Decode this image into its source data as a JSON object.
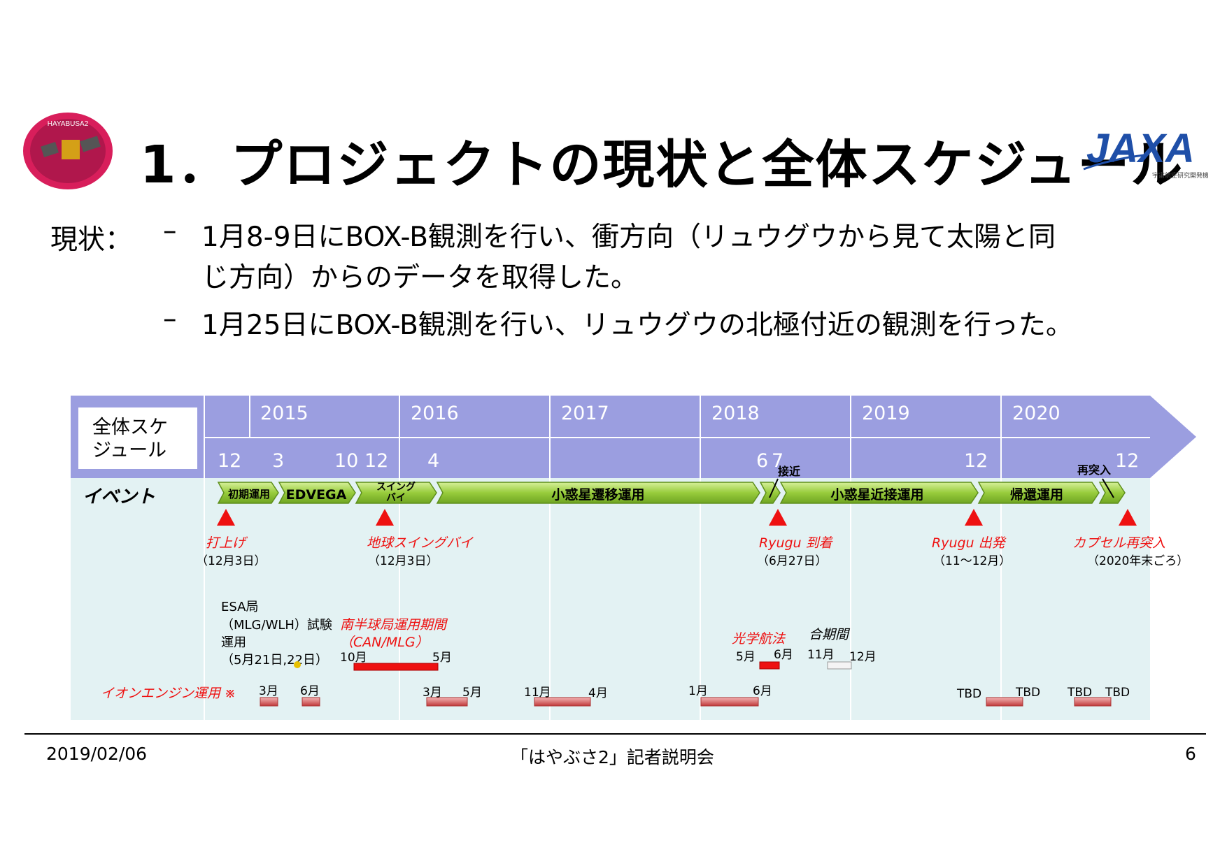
{
  "title": "1．プロジェクトの現状と全体スケジュール",
  "logo_text": "HAYABUSA2",
  "jaxa_logo": {
    "text": "JAXA",
    "subtitle": "宇宙航空研究開発機構"
  },
  "status": {
    "label": "現状：",
    "bullets": [
      {
        "dash": "–",
        "lines": [
          "1月8-9日にBOX-B観測を行い、衝方向（リュウグウから見て太陽と同",
          "じ方向）からのデータを取得した。"
        ]
      },
      {
        "dash": "–",
        "lines": [
          "1月25日にBOX-B観測を行い、リュウグウの北極付近の観測を行った。"
        ]
      }
    ]
  },
  "schedule": {
    "label_lines": [
      "全体スケ",
      "ジュール"
    ],
    "years": [
      "2015",
      "2016",
      "2017",
      "2018",
      "2019",
      "2020"
    ],
    "months": [
      "12",
      "3",
      "10",
      "12",
      "4",
      "6",
      "7",
      "12",
      "12"
    ],
    "event_label": "イベント",
    "phases": [
      "初期運用",
      "EDVEGA",
      "スイング\nバイ",
      "小惑星遷移運用",
      "小惑星近接運用",
      "帰還運用"
    ],
    "phase_annotations": [
      "接近",
      "再突入"
    ],
    "milestones": [
      {
        "name": "打上げ",
        "date": "（12月3日）"
      },
      {
        "name": "地球スイングバイ",
        "date": "（12月3日）"
      },
      {
        "name": "Ryugu 到着",
        "date": "（6月27日）"
      },
      {
        "name": "Ryugu 出発",
        "date": "（11～12月）"
      },
      {
        "name": "カプセル再突入",
        "date": "（2020年末ごろ）"
      }
    ],
    "esa_lines": [
      "ESA局",
      "（MLG/WLH）試験",
      "運用",
      "（5月21日,22日）"
    ],
    "southern_lines": [
      "南半球局運用期間",
      "（CAN/MLG）"
    ],
    "southern_bounds": [
      "10月",
      "5月"
    ],
    "optical_nav": {
      "name": "光学航法",
      "start": "5月",
      "end": "6月"
    },
    "conjunction": {
      "name": "合期間",
      "start": "11月",
      "end": "12月"
    },
    "ion_engine_label": "イオンエンジン運用 ※",
    "ion_labels": [
      "3月",
      "6月",
      "3月",
      "5月",
      "11月",
      "4月",
      "1月",
      "6月",
      "TBD",
      "TBD",
      "TBD",
      "TBD"
    ]
  },
  "footer": {
    "date": "2019/02/06",
    "title": "「はやぶさ2」記者説明会",
    "page": "6"
  }
}
